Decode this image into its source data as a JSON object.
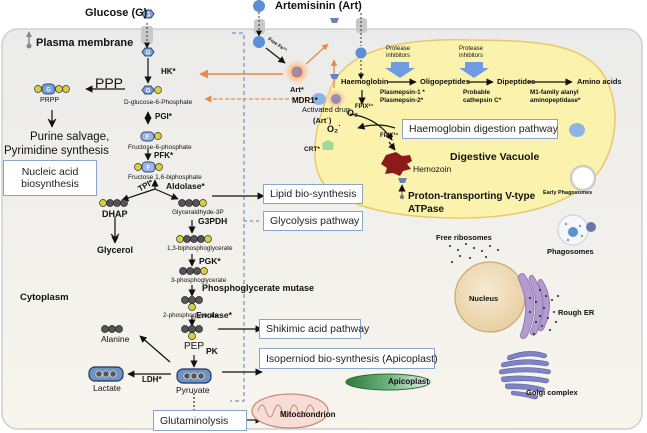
{
  "title": "Plasmodium metabolic pathways and artemisinin action",
  "compartments": {
    "plasma_membrane": "Plasma membrane",
    "cytoplasm": "Cytoplasm",
    "digestive_vacuole": "Digestive Vacuole",
    "nucleus": "Nucleus",
    "rough_er": "Rough ER",
    "golgi": "Golgi complex",
    "apicoplast": "Apicoplast",
    "mitochondrion": "Mitochondrion",
    "free_ribosomes": "Free ribosomes",
    "early_phagosomes": "Early Phagosomes",
    "phagosomes": "Phagosomes",
    "v_atpase_line1": "Proton-transporting V-type",
    "v_atpase_line2": "ATPase"
  },
  "glycolysis": {
    "glucose": "Glucose (G)",
    "hk": "HK*",
    "g6p": "D-glucose-6-Phosphate",
    "pgi": "PGI*",
    "f6p": "Fructose-6-phosphate",
    "pfk": "PFK*",
    "f16bp": "Fructose 1,6-biphosphate",
    "tpi": "TPI*",
    "aldolase": "Aldolase*",
    "dhap": "DHAP",
    "glycerol": "Glycerol",
    "g3p": "Glyceraldhyde-3P",
    "g3pdh": "G3PDH",
    "bpg": "1,3-biphosphoglycerate",
    "pgk": "PGK*",
    "pg3": "3-phosphoglycerate",
    "pgm": "Phosphoglycerate mutase",
    "pg2": "2-phosphoglycerate",
    "enolase": "Enolase*",
    "pep": "PEP",
    "pk": "PK",
    "pyruvate": "Pyruvate",
    "alanine": "Alanine",
    "lactate": "Lactate",
    "ldh": "LDH*"
  },
  "ppp": {
    "ppp": "PPP",
    "prpp": "PRPP",
    "purine_line1": "Purine salvage,",
    "purine_line2": "Pyrimidine synthesis"
  },
  "pathway_boxes": {
    "nucleic": [
      "Nucleic acid",
      "biosynthesis"
    ],
    "lipid": "Lipid bio-synthesis",
    "glycolysis": "Glycolysis pathway",
    "shikimic": "Shikimic acid pathway",
    "isoprenoid": "Isoperniod bio-synthesis (Apicoplast)",
    "glutaminolysis": "Glutaminolysis",
    "haemoglobin": "Haemoglobin digestion pathway"
  },
  "artemisinin": {
    "title": "Artemisinin (Art)",
    "free_fe": "Free Fe²⁺",
    "art_star": "Art*",
    "mdr1": "MDR1*",
    "activated_drug": "Activated drug",
    "art_radical": "(Art˙)",
    "o2": "O₂",
    "o2_radical": "O₂˙",
    "fpix": "FPIX²⁺",
    "fpix2": "FPIX³⁺",
    "crt": "CRT*",
    "hemozoin": "Hemozoin"
  },
  "hb_digestion": {
    "haemoglobin": "Haemoglobin",
    "oligopeptides": "Oligopeptides",
    "dipeptides": "Dipeptides",
    "amino_acids": "Amino acids",
    "protease_inhibitors": [
      "Protease",
      "inhibitors"
    ],
    "plasmepsin": [
      "Plasmepsin-1  *",
      "Plasmepsin-2*"
    ],
    "cathepsin": [
      "Probable",
      "cathepsin  C*"
    ],
    "aminopeptidase": [
      "M1-family alanyl",
      "aminopeptidase*"
    ]
  },
  "colors": {
    "cell_bg": "#efeeec",
    "vacuole_fill": "#fbf3ad",
    "vacuole_stroke": "#e8c86a",
    "box_border": "#8aa4c8",
    "drug_blue": "#5b8fd6",
    "orange_arrow": "#e98a4a",
    "phosphate": "#d9cf3a",
    "hemozoin": "#8b1a1a",
    "nucleus": "#f0dcb8",
    "er": "#a98bc4",
    "golgi": "#7b7fc0",
    "apicoplast": "#3f8a4e",
    "mito": "#e8b8a8"
  }
}
